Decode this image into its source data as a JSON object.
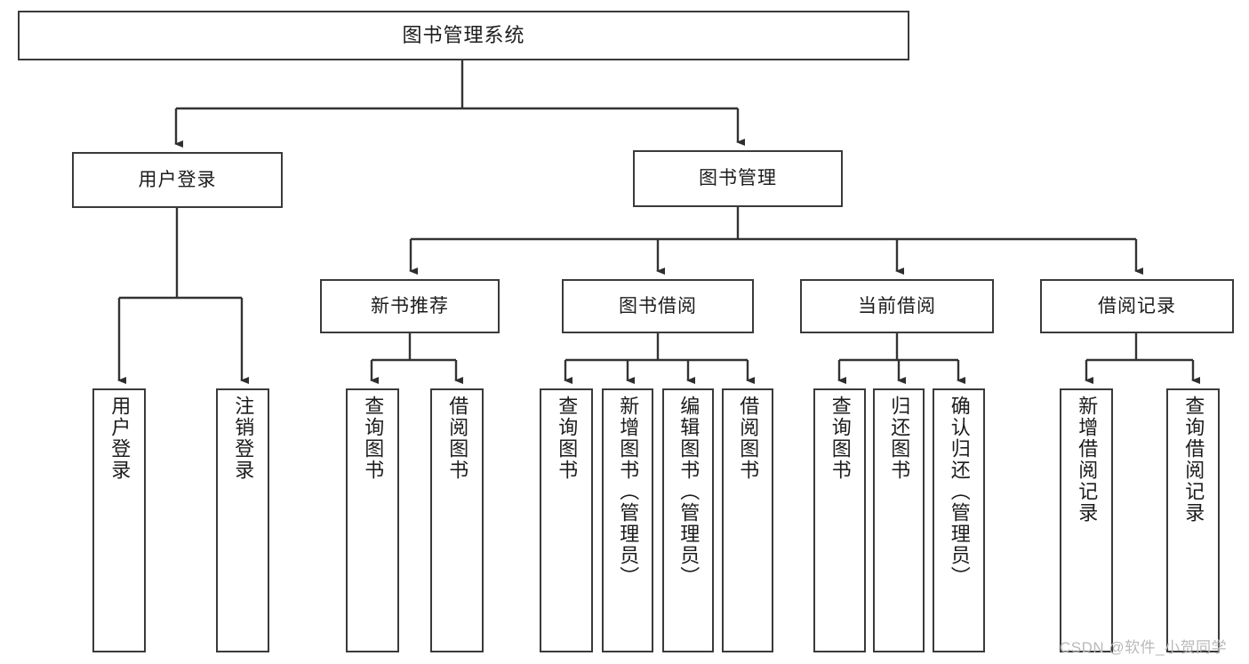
{
  "diagram": {
    "type": "tree",
    "title": "图书管理系统",
    "style": {
      "box_stroke": "#3a3a3a",
      "box_fill": "#ffffff",
      "line_color": "#333333",
      "text_color": "#1c1c1c",
      "background": "#ffffff"
    },
    "levels": {
      "root": {
        "label": "图书管理系统"
      },
      "level2": [
        {
          "label": "用户登录"
        },
        {
          "label": "图书管理"
        }
      ],
      "level3": [
        {
          "label": "新书推荐"
        },
        {
          "label": "图书借阅"
        },
        {
          "label": "当前借阅"
        },
        {
          "label": "借阅记录"
        }
      ],
      "leaves": {
        "user_login": [
          {
            "label": "用户登录"
          },
          {
            "label": "注销登录"
          }
        ],
        "new_book_recommend": [
          {
            "label": "查询图书"
          },
          {
            "label": "借阅图书"
          }
        ],
        "book_borrow": [
          {
            "label": "查询图书"
          },
          {
            "label": "新增图书（管理员）"
          },
          {
            "label": "编辑图书（管理员）"
          },
          {
            "label": "借阅图书"
          }
        ],
        "current_borrow": [
          {
            "label": "查询图书"
          },
          {
            "label": "归还图书"
          },
          {
            "label": "确认归还（管理员）"
          }
        ],
        "borrow_record": [
          {
            "label": "新增借阅记录"
          },
          {
            "label": "查询借阅记录"
          }
        ]
      }
    },
    "watermark": "CSDN @软件_小贺同学"
  }
}
